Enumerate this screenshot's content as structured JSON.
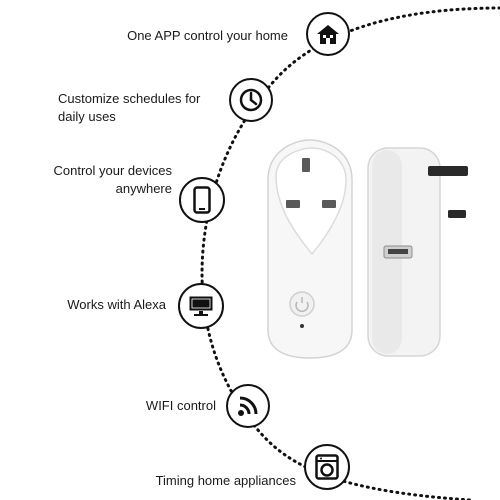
{
  "features": [
    {
      "label": "One APP control your home",
      "icon": "home-icon"
    },
    {
      "label": "Customize schedules for\ndaily uses",
      "icon": "clock-icon"
    },
    {
      "label": "Control your devices\nanywhere",
      "icon": "smartphone-icon"
    },
    {
      "label": "Works with Alexa",
      "icon": "monitor-icon"
    },
    {
      "label": "WIFI control",
      "icon": "wifi-icon"
    },
    {
      "label": "Timing home appliances",
      "icon": "washing-machine-icon"
    }
  ],
  "colors": {
    "icon_stroke": "#111111",
    "plug_body": "#f4f4f4",
    "plug_shadow": "#d9d9d9"
  }
}
